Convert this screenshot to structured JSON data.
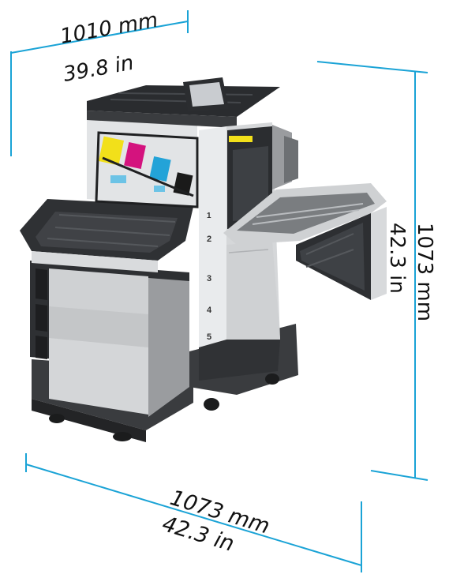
{
  "dimensions": {
    "depth": {
      "mm": "1010 mm",
      "in": "39.8 in"
    },
    "height": {
      "mm": "1073 mm",
      "in": "42.3 in"
    },
    "width": {
      "mm": "1073 mm",
      "in": "42.3 in"
    }
  },
  "tray_numbers": [
    "1",
    "2",
    "3",
    "4",
    "5"
  ],
  "colors": {
    "dimension_line": "#1aa3d6",
    "printer_dark": "#2e3033",
    "printer_light": "#d7d9db",
    "toner_yellow": "#f2e01a",
    "toner_magenta": "#d4137e",
    "toner_cyan": "#23a3d8",
    "toner_black": "#1a1a1a"
  },
  "icons": [
    "printer-illustration",
    "control-panel-screen"
  ]
}
